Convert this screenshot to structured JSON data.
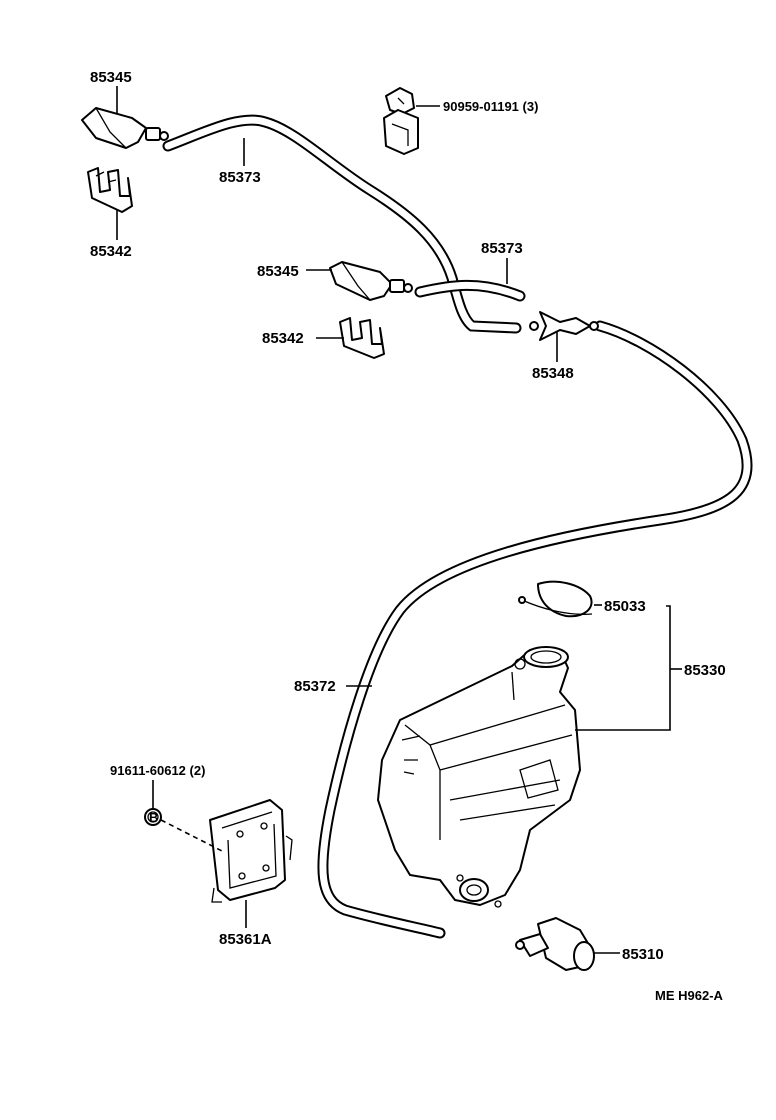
{
  "labels": {
    "nozzle_upper": "85345",
    "clip_upper": "85342",
    "hose_upper": "85373",
    "clamp": "90959-01191 (3)",
    "nozzle_mid": "85345",
    "clip_mid": "85342",
    "hose_mid": "85373",
    "joint": "85348",
    "cap": "85033",
    "tank_assy": "85330",
    "hose_long": "85372",
    "bolt": "91611-60612 (2)",
    "bolt_mark": "B",
    "bracket": "85361A",
    "pump": "85310",
    "code": "ME  H962-A"
  }
}
